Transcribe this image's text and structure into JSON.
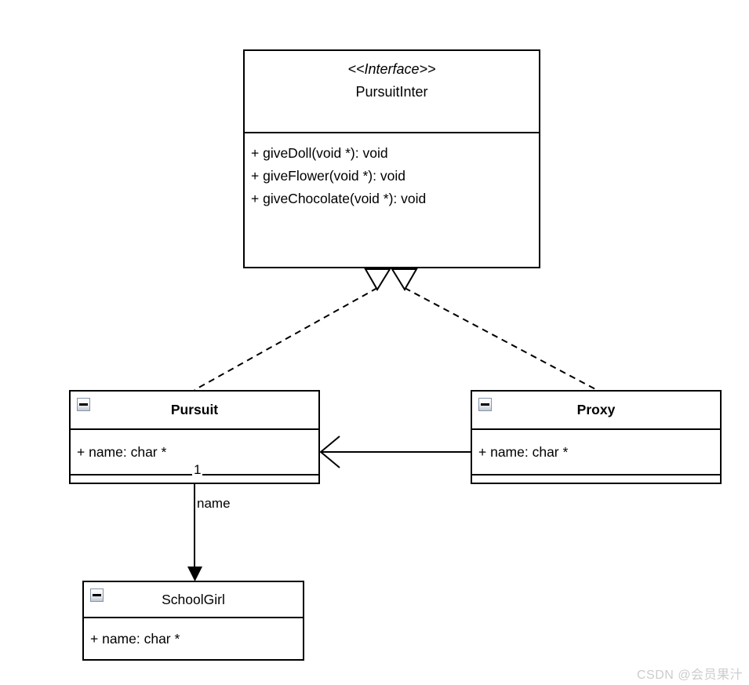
{
  "interface": {
    "stereotype": "<<Interface>>",
    "name": "PursuitInter",
    "methods": [
      "+ giveDoll(void *): void",
      "+ giveFlower(void *): void",
      "+ giveChocolate(void *): void"
    ]
  },
  "classes": {
    "pursuit": {
      "name": "Pursuit",
      "attribute": "+ name: char *"
    },
    "proxy": {
      "name": "Proxy",
      "attribute": "+ name: char *"
    },
    "schoolgirl": {
      "name": "SchoolGirl",
      "attribute": "+ name: char *"
    }
  },
  "relations": {
    "pursuit_to_schoolgirl": {
      "label": "name",
      "multiplicity": "1"
    }
  },
  "watermark": "CSDN @会员果汁",
  "colors": {
    "line": "#000000",
    "background": "#ffffff",
    "watermark": "#cccccc",
    "icon_border": "#8593a9"
  }
}
